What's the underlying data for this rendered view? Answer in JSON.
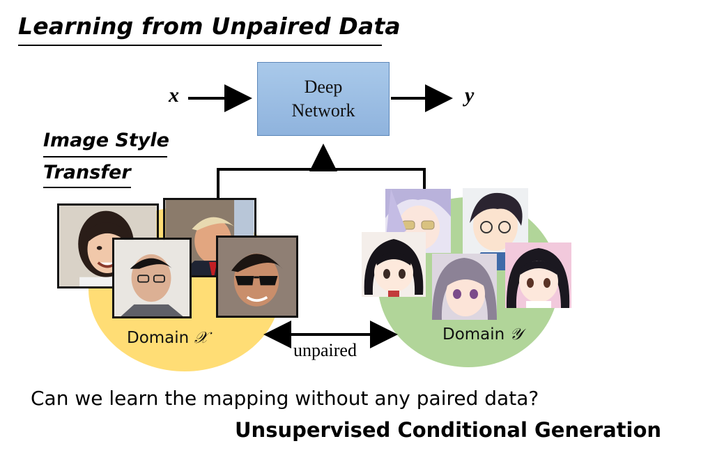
{
  "title": "Learning from Unpaired Data",
  "subtitle_line1": "Image Style",
  "subtitle_line2": "Transfer",
  "network": {
    "line1": "Deep",
    "line2": "Network"
  },
  "input_var": "x",
  "output_var": "y",
  "domain_x": {
    "prefix": "Domain",
    "symbol": "𝒳",
    "color": "#ffd966"
  },
  "domain_y": {
    "prefix": "Domain",
    "symbol": "𝒴",
    "color": "#a9d08e"
  },
  "arrow_label": "unpaired",
  "question": "Can we learn the mapping without any paired data?",
  "answer": "Unsupervised Conditional Generation",
  "network_color": "#9dbfe4"
}
